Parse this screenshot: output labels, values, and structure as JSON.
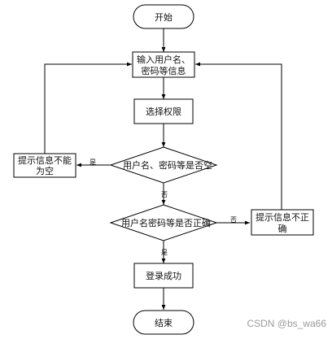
{
  "diagram": {
    "nodes": {
      "start": "开始",
      "input_line1": "输入用户名、",
      "input_line2": "密码等信息",
      "select_permission": "选择权限",
      "check_empty": "用户名、密码等是否空",
      "empty_msg_line1": "提示信息不能",
      "empty_msg_line2": "为空",
      "check_correct": "用户名密码等是否正确",
      "incorrect_msg_line1": "提示信息不正",
      "incorrect_msg_line2": "确",
      "login_success": "登录成功",
      "end": "结束"
    },
    "edge_labels": {
      "empty_yes": "是",
      "empty_no": "否",
      "correct_no": "否",
      "correct_yes": "是"
    }
  },
  "watermark": "CSDN @bs_wa66"
}
